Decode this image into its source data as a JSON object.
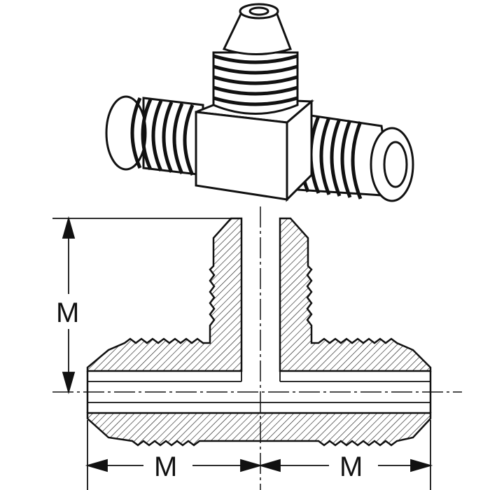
{
  "diagram": {
    "dimension_labels": {
      "vertical": "M",
      "bottom_left": "M",
      "bottom_right": "M"
    },
    "colors": {
      "ink": "#111111",
      "background": "#ffffff"
    }
  }
}
